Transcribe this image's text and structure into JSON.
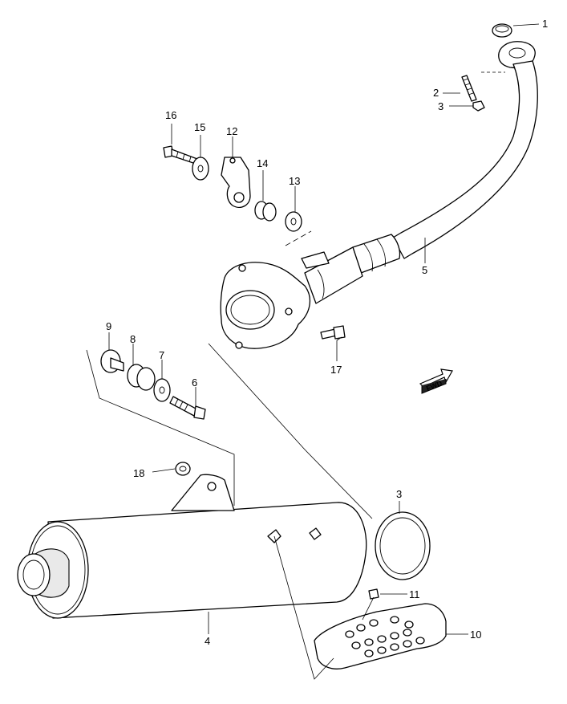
{
  "callouts": [
    {
      "id": "1",
      "label": "1"
    },
    {
      "id": "2",
      "label": "2"
    },
    {
      "id": "3a",
      "label": "3"
    },
    {
      "id": "3b",
      "label": "3"
    },
    {
      "id": "4",
      "label": "4"
    },
    {
      "id": "5",
      "label": "5"
    },
    {
      "id": "6",
      "label": "6"
    },
    {
      "id": "7",
      "label": "7"
    },
    {
      "id": "8",
      "label": "8"
    },
    {
      "id": "9",
      "label": "9"
    },
    {
      "id": "10",
      "label": "10"
    },
    {
      "id": "11",
      "label": "11"
    },
    {
      "id": "12",
      "label": "12"
    },
    {
      "id": "13",
      "label": "13"
    },
    {
      "id": "14",
      "label": "14"
    },
    {
      "id": "15",
      "label": "15"
    },
    {
      "id": "16",
      "label": "16"
    },
    {
      "id": "17",
      "label": "17"
    },
    {
      "id": "18",
      "label": "18"
    }
  ],
  "fwd_marker": {
    "label": "FWD"
  }
}
